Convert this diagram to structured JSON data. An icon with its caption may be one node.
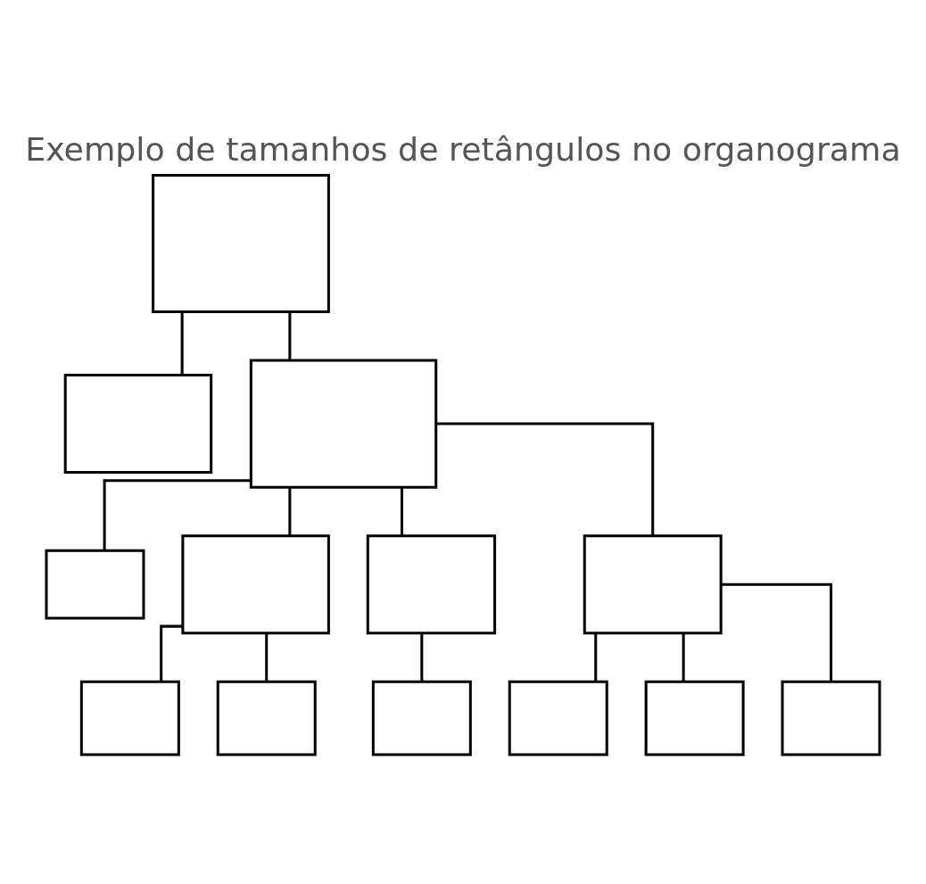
{
  "diagram": {
    "title": "Exemplo de tamanhos de retângulos no organograma",
    "nodes": [
      {
        "text": [],
        "shape": "box"
      },
      {
        "text": [],
        "shape": "box"
      },
      {
        "text": [],
        "shape": "box"
      },
      {
        "text": [],
        "shape": "box"
      },
      {
        "text": [],
        "shape": "box"
      },
      {
        "text": [],
        "shape": "box"
      },
      {
        "text": [],
        "shape": "box"
      },
      {
        "text": [],
        "shape": "box"
      },
      {
        "text": [],
        "shape": "box"
      },
      {
        "text": [],
        "shape": "box"
      },
      {
        "text": [],
        "shape": "box"
      },
      {
        "text": [],
        "shape": "box"
      },
      {
        "text": [],
        "shape": "box"
      }
    ],
    "edges": [
      {
        "from": 0,
        "to": 1,
        "arrow": "none"
      },
      {
        "from": 0,
        "to": 2,
        "arrow": "none"
      },
      {
        "from": 2,
        "to": 3,
        "arrow": "none"
      },
      {
        "from": 2,
        "to": 4,
        "arrow": "none"
      },
      {
        "from": 2,
        "to": 5,
        "arrow": "none"
      },
      {
        "from": 2,
        "to": 6,
        "arrow": "none"
      },
      {
        "from": 4,
        "to": 7,
        "arrow": "none"
      },
      {
        "from": 4,
        "to": 8,
        "arrow": "none"
      },
      {
        "from": 5,
        "to": 9,
        "arrow": "none"
      },
      {
        "from": 6,
        "to": 10,
        "arrow": "none"
      },
      {
        "from": 6,
        "to": 11,
        "arrow": "none"
      },
      {
        "from": 6,
        "to": 12,
        "arrow": "none"
      }
    ]
  }
}
